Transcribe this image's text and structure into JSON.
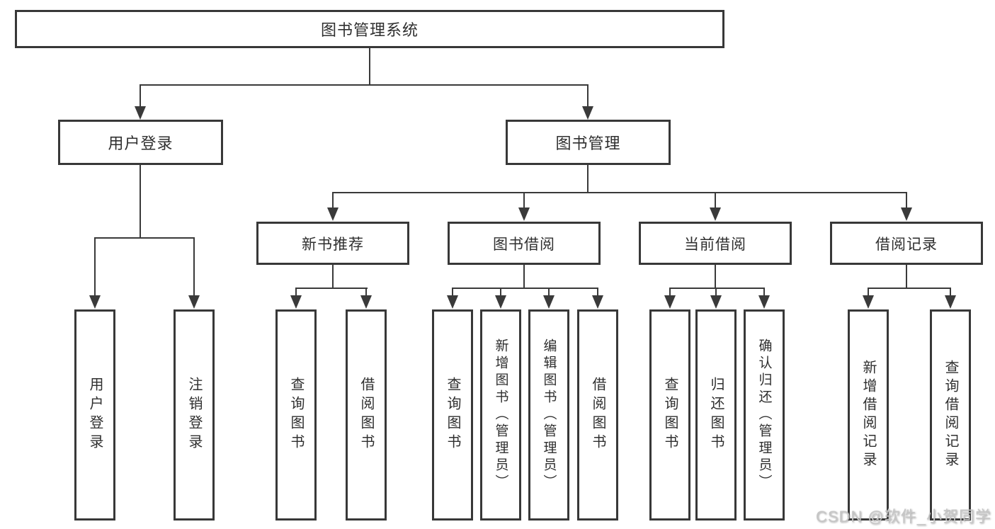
{
  "diagram": {
    "title": "图书管理系统",
    "colors": {
      "line": "#3a3a3a",
      "box_border": "#383838",
      "box_fill": "#ffffff",
      "text": "#2f2f2f",
      "watermark": "#c6c6c6"
    },
    "root": {
      "label": "图书管理系统"
    },
    "level1": [
      {
        "label": "用户登录"
      },
      {
        "label": "图书管理"
      }
    ],
    "level2": [
      {
        "label": "新书推荐"
      },
      {
        "label": "图书借阅"
      },
      {
        "label": "当前借阅"
      },
      {
        "label": "借阅记录"
      }
    ],
    "leaves": {
      "login_group": [
        {
          "label": "用户登录"
        },
        {
          "label": "注销登录"
        }
      ],
      "newbook_group": [
        {
          "label": "查询图书"
        },
        {
          "label": "借阅图书"
        }
      ],
      "borrow_group": [
        {
          "label": "查询图书"
        },
        {
          "label": "新增图书（管理员）"
        },
        {
          "label": "编辑图书（管理员）"
        },
        {
          "label": "借阅图书"
        }
      ],
      "current_group": [
        {
          "label": "查询图书"
        },
        {
          "label": "归还图书"
        },
        {
          "label": "确认归还（管理员）"
        }
      ],
      "record_group": [
        {
          "label": "新增借阅记录"
        },
        {
          "label": "查询借阅记录"
        }
      ]
    },
    "watermark": "CSDN @软件_小贺同学"
  }
}
